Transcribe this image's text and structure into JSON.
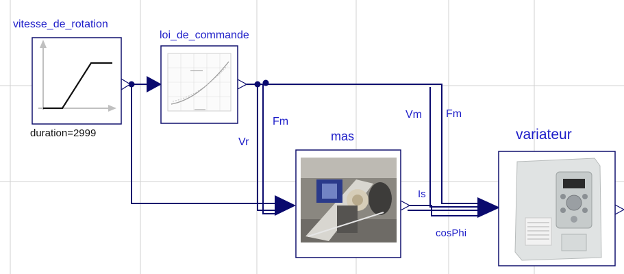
{
  "blocks": {
    "ramp": {
      "name": "vitesse_de_rotation",
      "parameter": "duration=2999",
      "icon": "ramp-icon"
    },
    "control_law": {
      "name": "loi_de_commande",
      "icon": "curve-plot-icon"
    },
    "motor": {
      "name": "mas",
      "icon": "motor-photo-icon"
    },
    "drive": {
      "name": "variateur",
      "icon": "variable-speed-drive-photo-icon"
    }
  },
  "signals": {
    "vr": "Vr",
    "fm_motor": "Fm",
    "vm": "Vm",
    "fm_drive": "Fm",
    "is": "Is",
    "cosphi": "cosPhi"
  },
  "colors": {
    "wire": "#0a0a6e",
    "block_border": "#10106e",
    "label_blue": "#1c1cc8",
    "grid": "#d0d0d0"
  }
}
